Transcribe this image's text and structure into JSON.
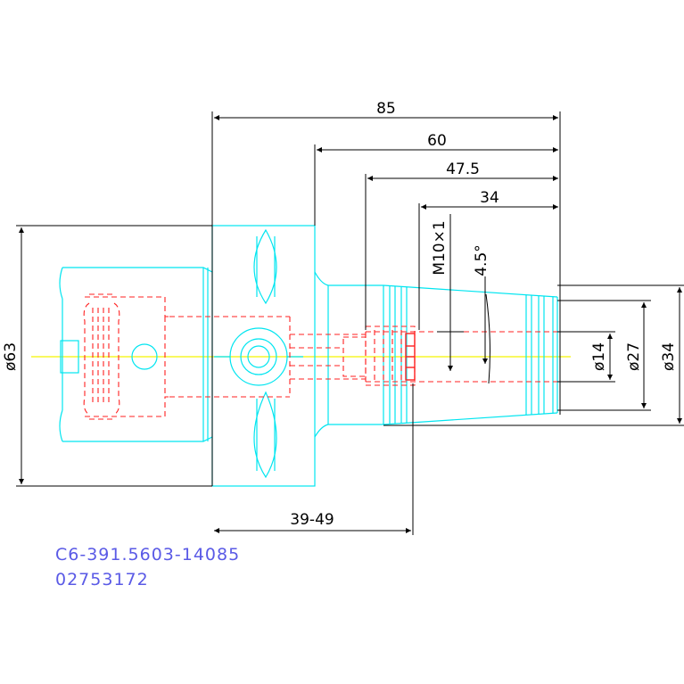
{
  "drawing": {
    "dimensions": {
      "overall_length": "85",
      "length_60": "60",
      "length_47_5": "47.5",
      "length_34": "34",
      "thread": "M10×1",
      "taper_angle": "4.5°",
      "dia_63": "ø63",
      "dia_14": "ø14",
      "dia_27": "ø27",
      "dia_34": "ø34",
      "range_39_49": "39-49"
    },
    "part_number": "C6-391.5603-14085",
    "order_code": "02753172"
  },
  "colors": {
    "background": "#ffffff",
    "outline": "#00e5f0",
    "hidden": "#ff2020",
    "centerline": "#f5f500",
    "dimension": "#000000",
    "label": "#5a5ae6"
  }
}
